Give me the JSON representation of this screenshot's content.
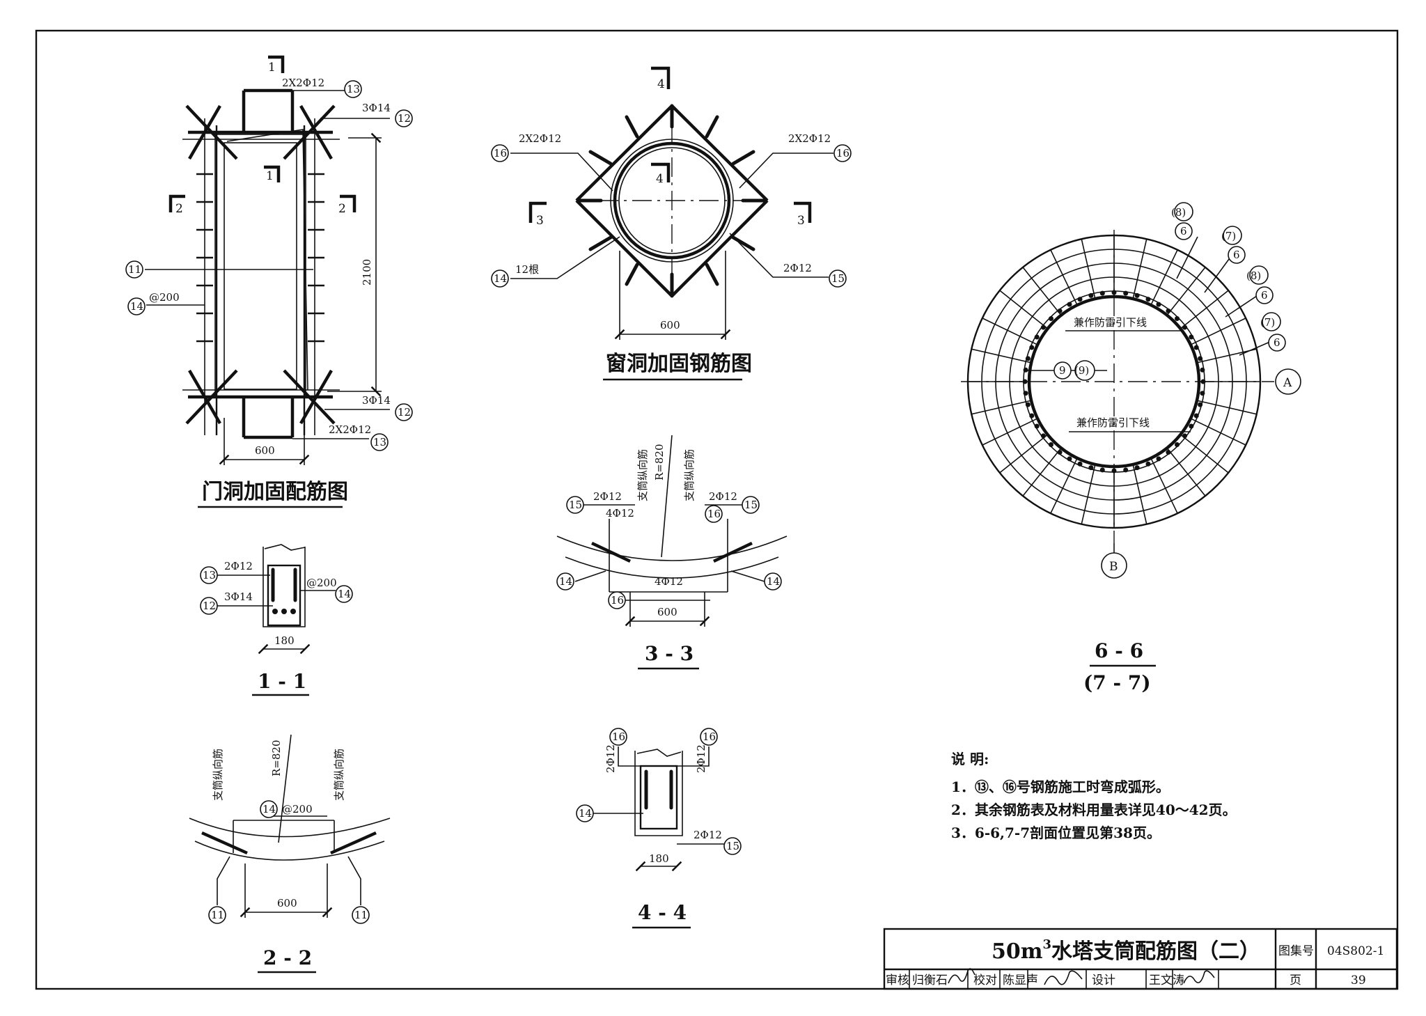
{
  "drawing": {
    "door_title": "门洞加固配筋图",
    "window_title": "窗洞加固钢筋图",
    "section_1_1": "1 - 1",
    "section_2_2": "2 - 2",
    "section_3_3": "3 - 3",
    "section_4_4": "4 - 4",
    "section_6_6": "6 - 6",
    "section_7_7": "(7 - 7)",
    "cut_1": "1",
    "cut_2": "2",
    "cut_3": "3",
    "cut_4": "4",
    "dim_600": "600",
    "dim_2100": "2100",
    "dim_180": "180",
    "r_820": "R=820",
    "bar_2x2phi12": "2X2Φ12",
    "bar_3phi14": "3Φ14",
    "bar_2phi12": "2Φ12",
    "bar_4phi12": "4Φ12",
    "bar_at200": "@200",
    "bar_12gen": "12根",
    "zhitong_zongxiangjin": "支筒纵向筋",
    "lightning_1": "兼作防雷引下线",
    "lightning_2": "兼作防雷引下线",
    "axis_a": "A",
    "axis_b": "B",
    "tag_6": "6",
    "tag_7": "(7)",
    "tag_8": "(8)",
    "tag_9": "9",
    "tag_9b": "(9)",
    "tag_11": "11",
    "tag_12": "12",
    "tag_13": "13",
    "tag_14": "14",
    "tag_15": "15",
    "tag_16": "16"
  },
  "notes": {
    "heading": "说  明:",
    "line1": "1．⑬、⑯号钢筋施工时弯成弧形。",
    "line2": "2．其余钢筋表及材料用量表详见40～42页。",
    "line3": "3．6-6,7-7剖面位置见第38页。"
  },
  "title_block": {
    "title_prefix": "50m",
    "title_sup": "3",
    "title_rest": "水塔支筒配筋图（二）",
    "atlas_label": "图集号",
    "atlas_no": "04S802-1",
    "review_label": "审核",
    "review_name": "归衡石",
    "check_label": "校对",
    "check_name": "陈显声",
    "design_label": "设计",
    "design_name": "王文涛",
    "page_label": "页",
    "page_no": "39"
  }
}
